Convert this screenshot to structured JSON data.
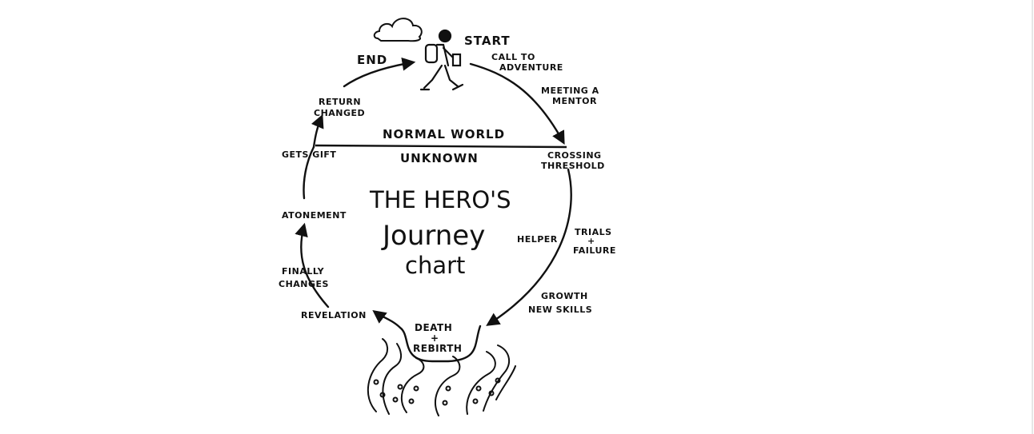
{
  "diagram": {
    "title_line1": "THE HERO'S",
    "title_line2": "Journey",
    "title_line3": "chart",
    "world_top": "NORMAL WORLD",
    "world_bottom": "UNKNOWN",
    "stages": {
      "start": "START",
      "call_l1": "CALL TO",
      "call_l2": "ADVENTURE",
      "mentor_l1": "MEETING A",
      "mentor_l2": "MENTOR",
      "crossing_l1": "CROSSING",
      "crossing_l2": "THRESHOLD",
      "helper": "HELPER",
      "trials_l1": "TRIALS",
      "trials_l2": "+",
      "trials_l3": "FAILURE",
      "growth_l1": "GROWTH",
      "growth_l2": "NEW SKILLS",
      "death_l1": "DEATH",
      "death_l2": "+",
      "death_l3": "REBIRTH",
      "revelation": "REVELATION",
      "finally_l1": "FINALLY",
      "finally_l2": "CHANGES",
      "atonement": "ATONEMENT",
      "gift": "GETS GIFT",
      "return_l1": "RETURN",
      "return_l2": "CHANGED",
      "end": "END"
    },
    "icons": [
      "cloud-icon",
      "hiker-icon",
      "tentacle-icon"
    ]
  }
}
